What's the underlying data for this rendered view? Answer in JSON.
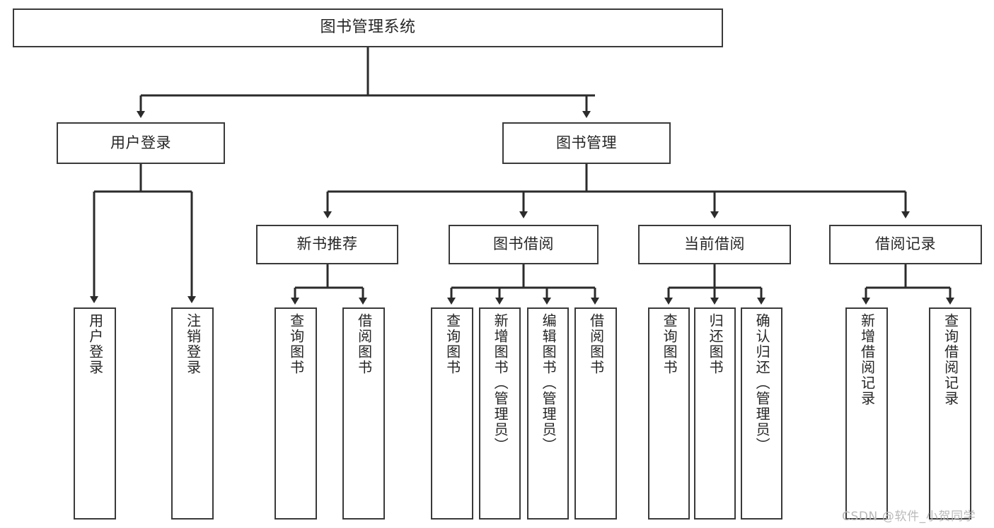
{
  "diagram": {
    "title": "图书管理系统",
    "type": "tree-hierarchy",
    "watermark": "CSDN @软件_小贺同学",
    "colors": {
      "box_border": "#3a3a3a",
      "box_fill": "#ffffff",
      "connector": "#2b2b2b",
      "text": "#262626",
      "watermark": "#b9b9b9"
    },
    "root": {
      "label": "图书管理系统"
    },
    "level2": [
      {
        "label": "用户登录"
      },
      {
        "label": "图书管理"
      }
    ],
    "level3": [
      {
        "label": "新书推荐"
      },
      {
        "label": "图书借阅"
      },
      {
        "label": "当前借阅"
      },
      {
        "label": "借阅记录"
      }
    ],
    "leaves": {
      "user_login": [
        {
          "label": "用户登录"
        },
        {
          "label": "注销登录"
        }
      ],
      "new_book_recommend": [
        {
          "label": "查询图书"
        },
        {
          "label": "借阅图书"
        }
      ],
      "book_borrow": [
        {
          "label": "查询图书"
        },
        {
          "label": "新增图书（管理员）"
        },
        {
          "label": "编辑图书（管理员）"
        },
        {
          "label": "借阅图书"
        }
      ],
      "current_borrow": [
        {
          "label": "查询图书"
        },
        {
          "label": "归还图书"
        },
        {
          "label": "确认归还（管理员）"
        }
      ],
      "borrow_record": [
        {
          "label": "新增借阅记录"
        },
        {
          "label": "查询借阅记录"
        }
      ]
    }
  }
}
